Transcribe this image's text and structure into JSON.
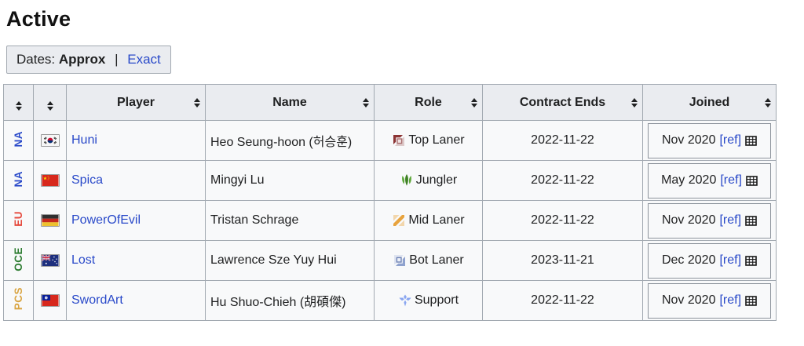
{
  "title": "Active",
  "dates": {
    "label": "Dates:",
    "approx": "Approx",
    "separator": "|",
    "exact": "Exact"
  },
  "table": {
    "headers": {
      "player": "Player",
      "name": "Name",
      "role": "Role",
      "contract": "Contract Ends",
      "joined": "Joined"
    },
    "ref_label": "[ref]",
    "rows": [
      {
        "region": "NA",
        "flag": "south-korea",
        "player": "Huni",
        "name": "Heo Seung-hoon (허승훈)",
        "role": "Top Laner",
        "contract_ends": "2022-11-22",
        "joined": "Nov 2020"
      },
      {
        "region": "NA",
        "flag": "china",
        "player": "Spica",
        "name": "Mingyi Lu",
        "role": "Jungler",
        "contract_ends": "2022-11-22",
        "joined": "May 2020"
      },
      {
        "region": "EU",
        "flag": "germany",
        "player": "PowerOfEvil",
        "name": "Tristan Schrage",
        "role": "Mid Laner",
        "contract_ends": "2022-11-22",
        "joined": "Nov 2020"
      },
      {
        "region": "OCE",
        "flag": "australia",
        "player": "Lost",
        "name": "Lawrence Sze Yuy Hui",
        "role": "Bot Laner",
        "contract_ends": "2023-11-21",
        "joined": "Dec 2020"
      },
      {
        "region": "PCS",
        "flag": "taiwan",
        "player": "SwordArt",
        "name": "Hu Shuo-Chieh (胡碩傑)",
        "role": "Support",
        "contract_ends": "2022-11-22",
        "joined": "Nov 2020"
      }
    ]
  },
  "icons": {
    "sort": "up-down-sort-arrows",
    "joined_table": "table-grid",
    "roles": [
      "top-lane",
      "jungle",
      "mid-lane",
      "bot-lane",
      "support"
    ]
  },
  "colors": {
    "link": "#2949c9",
    "header_bg": "#eaecf0",
    "cell_bg": "#f8f9fa",
    "border": "#a2a9b1",
    "region_na": "#2949c9",
    "region_eu": "#e5493d",
    "region_oce": "#2e7d32",
    "region_pcs": "#d9a441"
  }
}
